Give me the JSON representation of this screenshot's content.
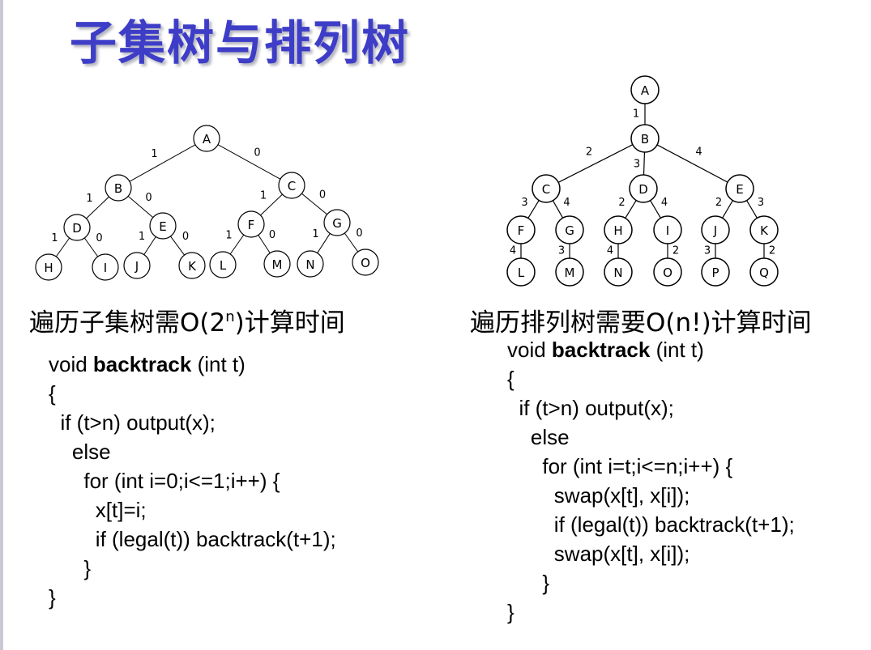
{
  "slide": {
    "title": "子集树与排列树"
  },
  "subset_tree": {
    "nodes": [
      "A",
      "B",
      "C",
      "D",
      "E",
      "F",
      "G",
      "H",
      "I",
      "J",
      "K",
      "L",
      "M",
      "N",
      "O"
    ],
    "edges": [
      {
        "from": "A",
        "to": "B",
        "label": "1"
      },
      {
        "from": "A",
        "to": "C",
        "label": "0"
      },
      {
        "from": "B",
        "to": "D",
        "label": "1"
      },
      {
        "from": "B",
        "to": "E",
        "label": "0"
      },
      {
        "from": "C",
        "to": "F",
        "label": "1"
      },
      {
        "from": "C",
        "to": "G",
        "label": "0"
      },
      {
        "from": "D",
        "to": "H",
        "label": "1"
      },
      {
        "from": "D",
        "to": "I",
        "label": "0"
      },
      {
        "from": "E",
        "to": "J",
        "label": "1"
      },
      {
        "from": "E",
        "to": "K",
        "label": "0"
      },
      {
        "from": "F",
        "to": "L",
        "label": "1"
      },
      {
        "from": "F",
        "to": "M",
        "label": "0"
      },
      {
        "from": "G",
        "to": "N",
        "label": "1"
      },
      {
        "from": "G",
        "to": "O",
        "label": "0"
      }
    ],
    "caption_prefix": "遍历子集树需O(2",
    "caption_sup": "n",
    "caption_suffix": ")计算时间",
    "code": {
      "line1_pre": "void ",
      "line1_bold": "backtrack",
      "line1_post": " (int t)",
      "line2": "{",
      "line3": "  if (t>n) output(x);",
      "line4": "    else",
      "line5": "      for (int i=0;i<=1;i++) {",
      "line6": "        x[t]=i;",
      "line7": "        if (legal(t)) backtrack(t+1);",
      "line8": "      }",
      "line9": "}"
    }
  },
  "permutation_tree": {
    "nodes": [
      "A",
      "B",
      "C",
      "D",
      "E",
      "F",
      "G",
      "H",
      "I",
      "J",
      "K",
      "L",
      "M",
      "N",
      "O",
      "P",
      "Q"
    ],
    "edges": [
      {
        "from": "A",
        "to": "B",
        "label": "1"
      },
      {
        "from": "B",
        "to": "C",
        "label": "2"
      },
      {
        "from": "B",
        "to": "D",
        "label": "3"
      },
      {
        "from": "B",
        "to": "E",
        "label": "4"
      },
      {
        "from": "C",
        "to": "F",
        "label": "3"
      },
      {
        "from": "C",
        "to": "G",
        "label": "4"
      },
      {
        "from": "D",
        "to": "H",
        "label": "2"
      },
      {
        "from": "D",
        "to": "I",
        "label": "4"
      },
      {
        "from": "E",
        "to": "J",
        "label": "2"
      },
      {
        "from": "E",
        "to": "K",
        "label": "3"
      },
      {
        "from": "F",
        "to": "L",
        "label": "4"
      },
      {
        "from": "G",
        "to": "M",
        "label": "3"
      },
      {
        "from": "H",
        "to": "N",
        "label": "4"
      },
      {
        "from": "I",
        "to": "O",
        "label": "2"
      },
      {
        "from": "J",
        "to": "P",
        "label": "3"
      },
      {
        "from": "K",
        "to": "Q",
        "label": "2"
      }
    ],
    "caption": "遍历排列树需要O(n!)计算时间",
    "code": {
      "line1_pre": "void ",
      "line1_bold": "backtrack",
      "line1_post": " (int t)",
      "line2": "{",
      "line3": "  if (t>n) output(x);",
      "line4": "    else",
      "line5": "      for (int i=t;i<=n;i++) {",
      "line6": "        swap(x[t], x[i]);",
      "line7": "        if (legal(t)) backtrack(t+1);",
      "line8": "        swap(x[t], x[i]);",
      "line9": "      }",
      "line10": "}"
    }
  }
}
